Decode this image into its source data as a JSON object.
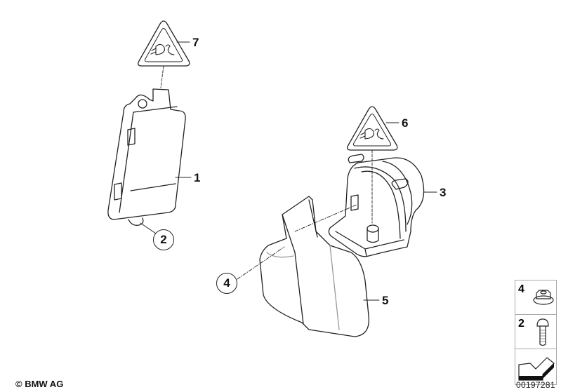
{
  "diagram": {
    "type": "parts-exploded-view",
    "callouts": [
      {
        "id": "1",
        "label": "1",
        "style": "plain",
        "part": "control-unit"
      },
      {
        "id": "2",
        "label": "2",
        "style": "circled",
        "part": "screw"
      },
      {
        "id": "3",
        "label": "3",
        "style": "plain",
        "part": "siren-horn"
      },
      {
        "id": "4",
        "label": "4",
        "style": "circled",
        "part": "nut"
      },
      {
        "id": "5",
        "label": "5",
        "style": "plain",
        "part": "cover"
      },
      {
        "id": "6",
        "label": "6",
        "style": "plain",
        "part": "warning-label"
      },
      {
        "id": "7",
        "label": "7",
        "style": "plain",
        "part": "warning-label"
      }
    ],
    "legend": {
      "items": [
        {
          "label": "4",
          "icon": "nut-icon"
        },
        {
          "label": "2",
          "icon": "screw-icon"
        },
        {
          "label": "",
          "icon": "arrow-icon"
        }
      ]
    },
    "image_number": "00197281",
    "copyright": "© BMW AG"
  }
}
